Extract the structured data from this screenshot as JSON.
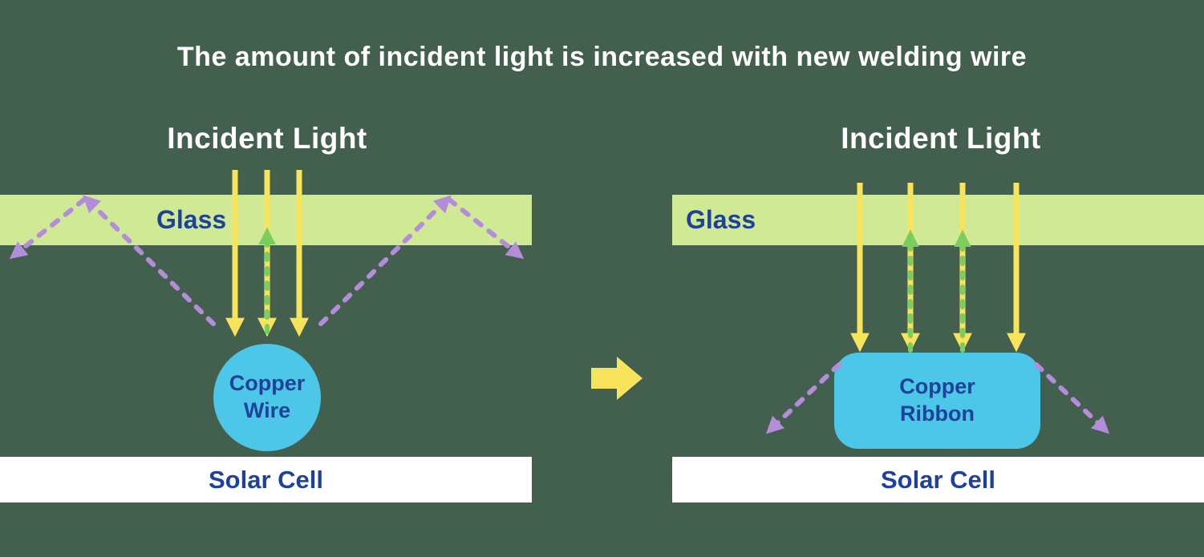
{
  "title": "The amount of incident light is increased with new welding wire",
  "colors": {
    "background": "#43604e",
    "glass": "#cfe995",
    "yellow": "#f8e35c",
    "green": "#7ccc5e",
    "purple": "#b48cd9",
    "copper": "#4cc7e8",
    "navy": "#1e4199",
    "white": "#ffffff"
  },
  "left_panel": {
    "incident_light_label": "Incident Light",
    "glass_label": "Glass",
    "copper_label_line1": "Copper",
    "copper_label_line2": "Wire",
    "solar_cell_label": "Solar Cell"
  },
  "right_panel": {
    "incident_light_label": "Incident Light",
    "glass_label": "Glass",
    "copper_label_line1": "Copper",
    "copper_label_line2": "Ribbon",
    "solar_cell_label": "Solar Cell"
  }
}
